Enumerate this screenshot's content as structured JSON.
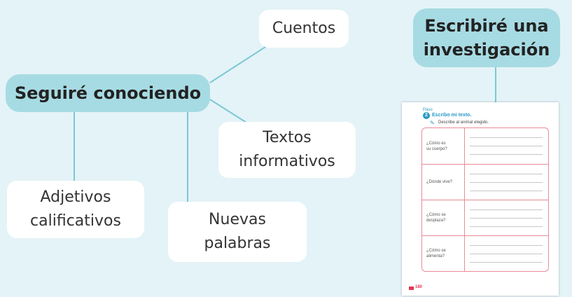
{
  "colors": {
    "background": "#e4f3f7",
    "main_node": "#a7dbe3",
    "white_node": "#ffffff",
    "connector": "#7cc8d4",
    "worksheet_border": "#e98b96",
    "worksheet_accent": "#2a9ac7",
    "page_number": "#e23a55"
  },
  "mindmap": {
    "main_node": "Seguiré conociendo",
    "investigation_node": "Escribiré una\ninvestigación",
    "branches": {
      "cuentos": "Cuentos",
      "textos_informativos": "Textos\ninformativos",
      "adjetivos_calificativos": "Adjetivos\ncalificativos",
      "nuevas_palabras": "Nuevas\npalabras"
    }
  },
  "worksheet": {
    "header": "Paso",
    "step_number": "2",
    "step_title": "Escribo mi texto.",
    "instruction_icon": "pencil-icon",
    "instruction": "Describe al animal elegido.",
    "questions": [
      "¿Cómo es\nsu cuerpo?",
      "¿Dónde vive?",
      "¿Cómo se\ndesplaza?",
      "¿Cómo se\nalimenta?"
    ],
    "page_number": "180"
  }
}
